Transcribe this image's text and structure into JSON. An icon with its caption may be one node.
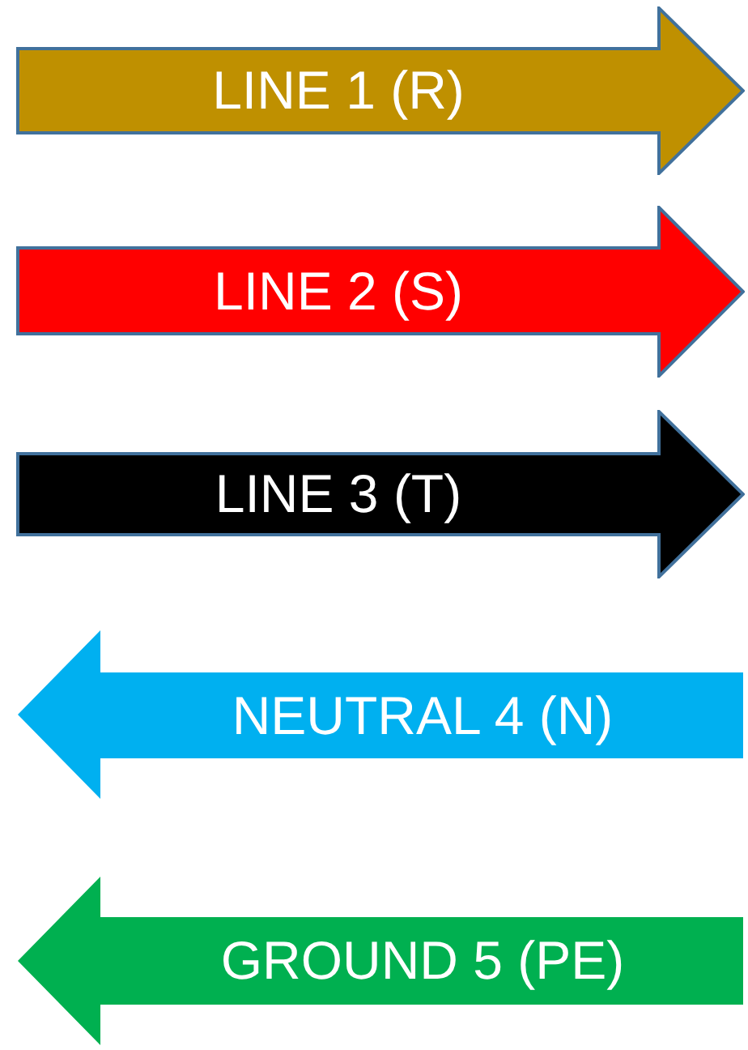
{
  "diagram": {
    "nodes": [
      {
        "text": [
          "LINE 1 (R)"
        ]
      },
      {
        "text": [
          "LINE 2 (S)"
        ]
      },
      {
        "text": [
          "LINE 3 (T)"
        ]
      },
      {
        "text": [
          "NEUTRAL 4 (N)"
        ]
      },
      {
        "text": [
          "GROUND 5 (PE)"
        ]
      }
    ]
  }
}
